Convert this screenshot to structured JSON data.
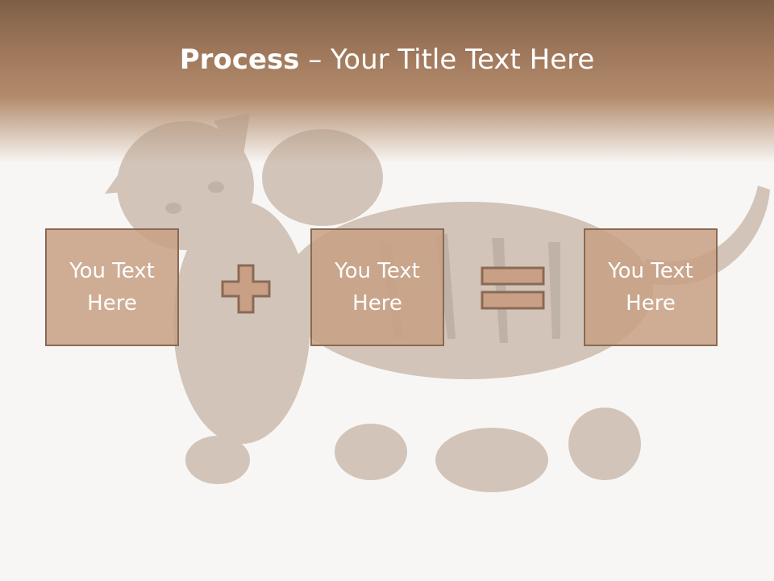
{
  "slide": {
    "title_bold": "Process",
    "title_rest": " – Your Title Text Here",
    "boxes": [
      {
        "text": "You Text Here"
      },
      {
        "text": "You Text Here"
      },
      {
        "text": "You Text Here"
      }
    ],
    "operators": [
      "plus-icon",
      "equals-icon"
    ],
    "colors": {
      "header": "#8f6c52",
      "box_fill": "#c9a085",
      "box_border": "#8a6a55",
      "text": "#ffffff"
    }
  }
}
